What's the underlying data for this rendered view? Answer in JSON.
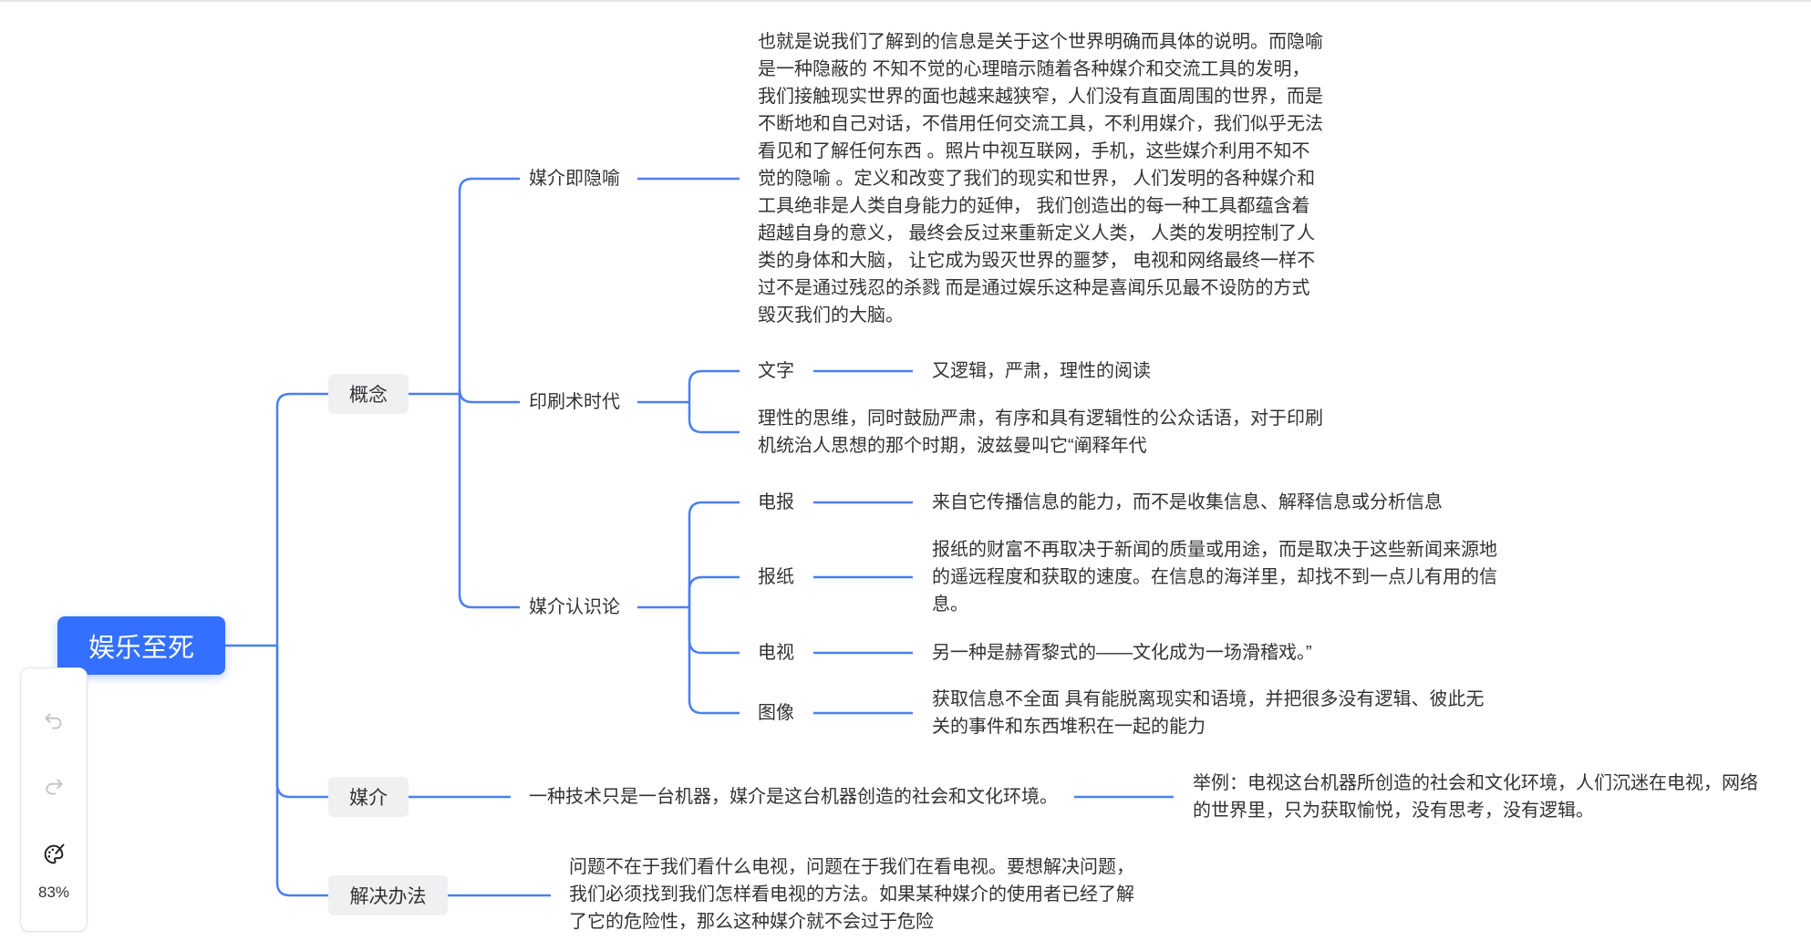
{
  "root": "娱乐至死",
  "toolbar": {
    "undo": "undo-icon",
    "redo": "redo-icon",
    "theme": "palette-icon",
    "zoom": "83%"
  },
  "colors": {
    "accent": "#3370ff",
    "line": "#4a80f0",
    "node_bg": "#eff0f2"
  },
  "branches": {
    "concept": {
      "label": "概念",
      "media_metaphor": {
        "label": "媒介即隐喻",
        "lines": [
          "也就是说我们了解到的信息是关于这个世界明确而具体的说明。而隐喻",
          "是一种隐蔽的 不知不觉的心理暗示随着各种媒介和交流工具的发明，",
          "我们接触现实世界的面也越来越狭窄，人们没有直面周围的世界，而是",
          "不断地和自己对话，不借用任何交流工具，不利用媒介，我们似乎无法",
          "看见和了解任何东西 。照片中视互联网，手机，这些媒介利用不知不",
          "觉的隐喻 。定义和改变了我们的现实和世界， 人们发明的各种媒介和",
          "工具绝非是人类自身能力的延伸， 我们创造出的每一种工具都蕴含着",
          "超越自身的意义， 最终会反过来重新定义人类， 人类的发明控制了人",
          "类的身体和大脑， 让它成为毁灭世界的噩梦， 电视和网络最终一样不",
          "过不是通过残忍的杀戮 而是通过娱乐这种是喜闻乐见最不设防的方式",
          "毁灭我们的大脑。"
        ]
      },
      "print_era": {
        "label": "印刷术时代",
        "writing": {
          "label": "文字",
          "desc": "又逻辑，严肃，理性的阅读"
        },
        "note_lines": [
          "理性的思维，同时鼓励严肃，有序和具有逻辑性的公众话语，对于印刷",
          "机统治人思想的那个时期，波兹曼叫它“阐释年代"
        ]
      },
      "media_epistemology": {
        "label": "媒介认识论",
        "items": [
          {
            "label": "电报",
            "lines": [
              "来自它传播信息的能力，而不是收集信息、解释信息或分析信息"
            ]
          },
          {
            "label": "报纸",
            "lines": [
              "报纸的财富不再取决于新闻的质量或用途，而是取决于这些新闻来源地",
              "的遥远程度和获取的速度。在信息的海洋里，却找不到一点儿有用的信",
              "息。"
            ]
          },
          {
            "label": "电视",
            "lines": [
              "另一种是赫胥黎式的——文化成为一场滑稽戏。”"
            ]
          },
          {
            "label": "图像",
            "lines": [
              "获取信息不全面 具有能脱离现实和语境，并把很多没有逻辑、彼此无",
              "关的事件和东西堆积在一起的能力"
            ]
          }
        ]
      }
    },
    "media": {
      "label": "媒介",
      "desc": "一种技术只是一台机器，媒介是这台机器创造的社会和文化环境。",
      "example_lines": [
        "举例：电视这台机器所创造的社会和文化环境，人们沉迷在电视，网络",
        "的世界里，只为获取愉悦，没有思考，没有逻辑。"
      ]
    },
    "solution": {
      "label": "解决办法",
      "lines": [
        "问题不在于我们看什么电视，问题在于我们在看电视。要想解决问题，",
        "我们必须找到我们怎样看电视的方法。如果某种媒介的使用者已经了解",
        "了它的危险性，那么这种媒介就不会过于危险"
      ]
    }
  }
}
